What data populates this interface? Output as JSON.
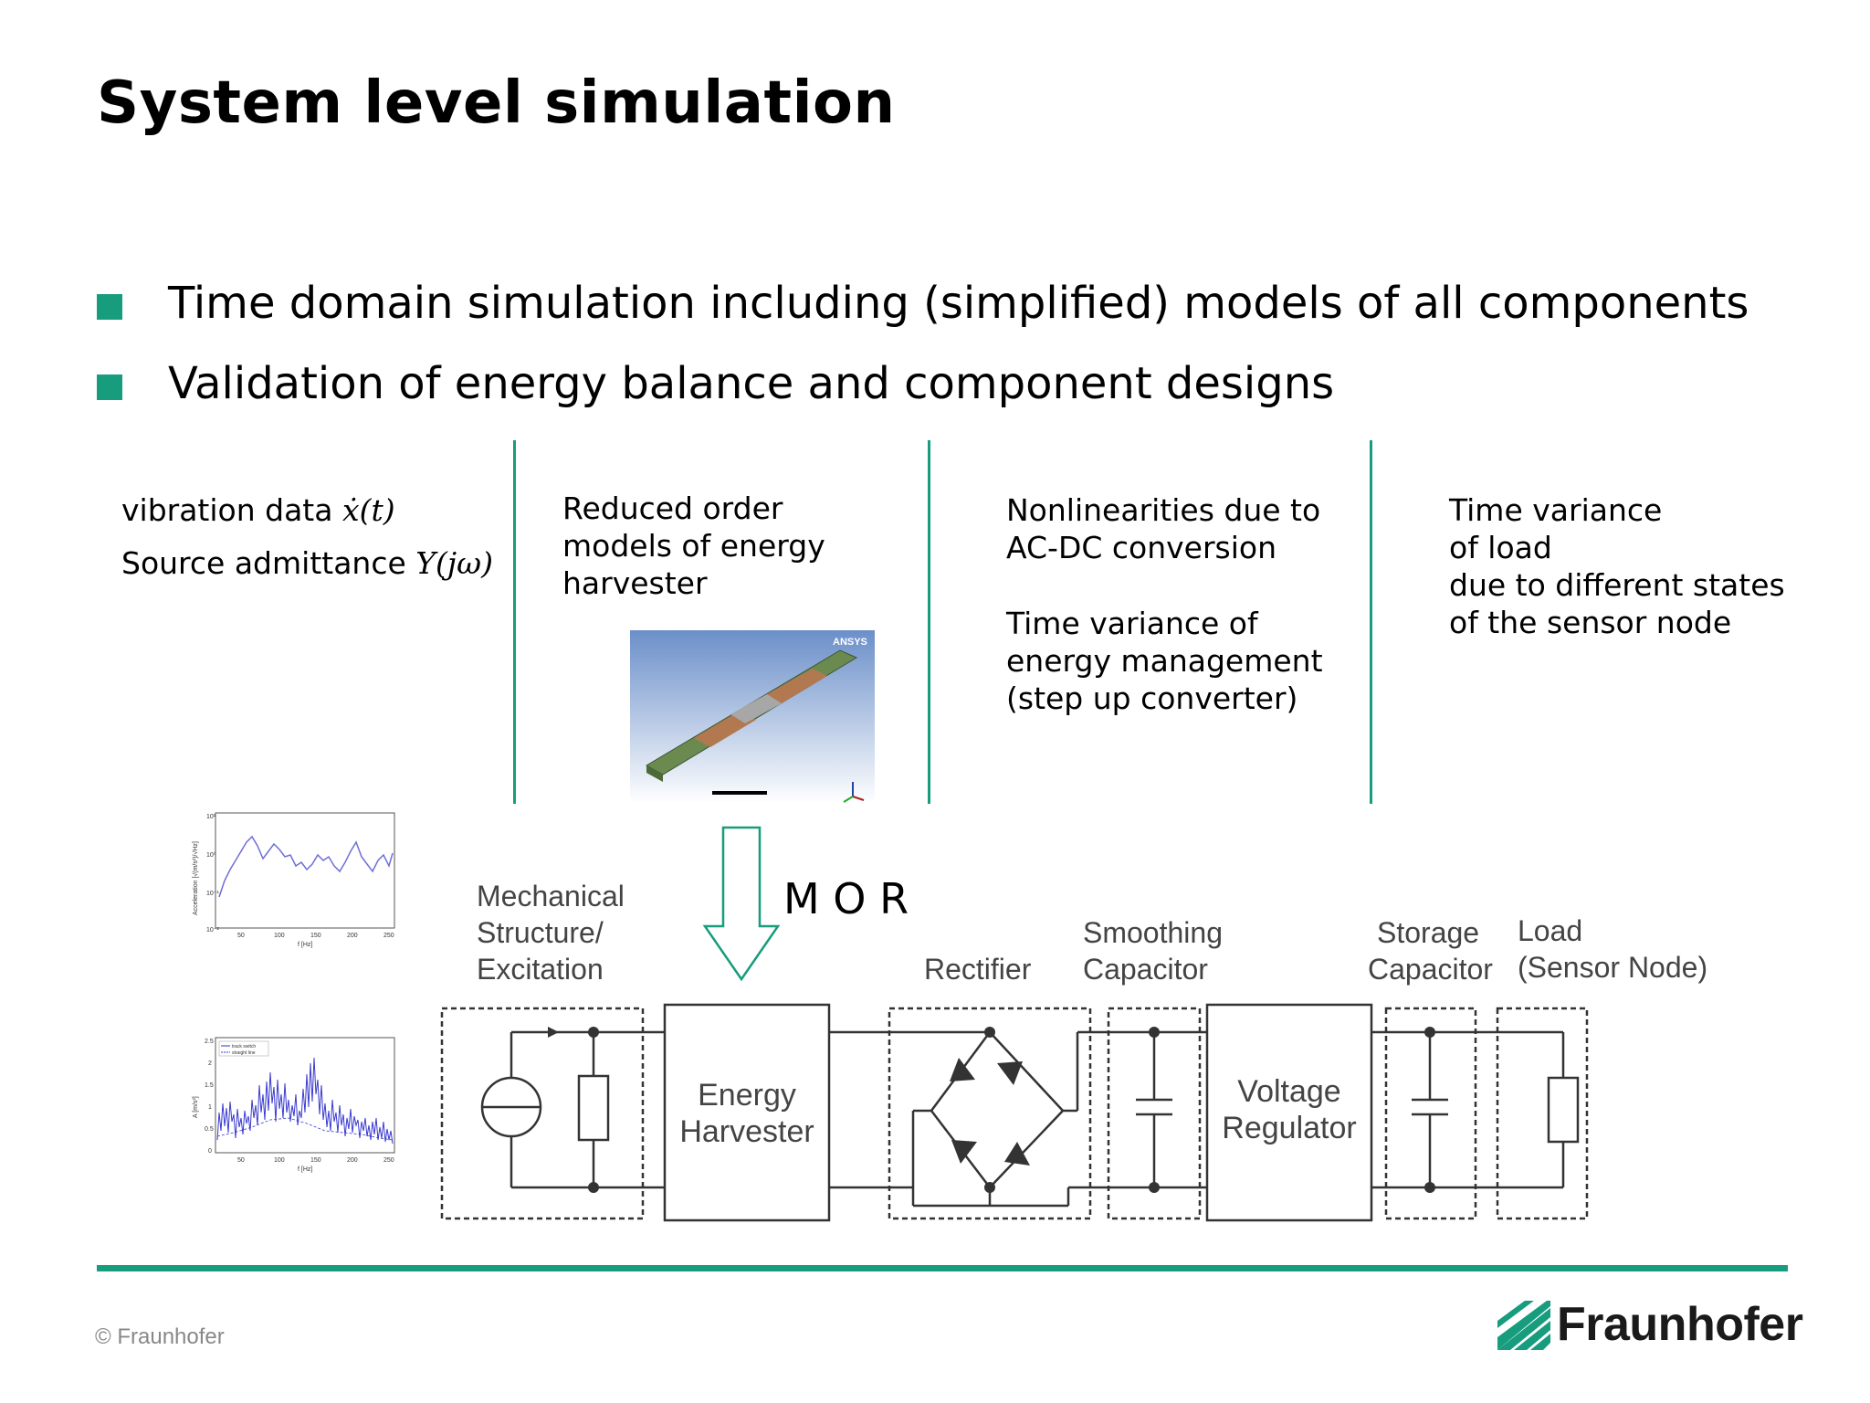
{
  "slide": {
    "title": "System level simulation",
    "bullets": [
      "Time domain simulation including (simplified) models of all components",
      "Validation of energy balance and component designs"
    ],
    "columns": {
      "col1": {
        "line1_prefix": "vibration data ",
        "line1_math": "ẋ(t)",
        "line2_prefix": "Source admittance ",
        "line2_math": "Y(jω)"
      },
      "col2": {
        "text": "Reduced order\nmodels of energy\nharvester"
      },
      "col3": {
        "text1": "Nonlinearities due to\nAC-DC conversion",
        "text2": "Time variance of\nenergy management\n(step up converter)"
      },
      "col4": {
        "text": "Time variance\nof load\ndue to different states\nof the sensor node"
      }
    },
    "fea_logo_text": "ANSYS",
    "colors": {
      "accent": "#179c7d",
      "text": "#000000",
      "muted": "#888888"
    }
  },
  "diagram": {
    "mor_label": "M O R",
    "labels": {
      "mechanical": [
        "Mechanical",
        "Structure/",
        "Excitation"
      ],
      "rectifier": "Rectifier",
      "smoothing": [
        "Smoothing",
        "Capacitor"
      ],
      "storage": [
        "Storage",
        "Capacitor"
      ],
      "load": [
        "Load",
        "(Sensor Node)"
      ],
      "energy_harvester": [
        "Energy",
        "Harvester"
      ],
      "voltage_regulator": [
        "Voltage",
        "Regulator"
      ]
    },
    "plot1": {
      "ylabel": "Acceleration [√(m/s²)/√Hz]",
      "xlabel": "f [Hz]",
      "xticks": [
        "50",
        "100",
        "150",
        "200",
        "250"
      ],
      "yticks": [
        "10¹",
        "10⁰",
        "10⁻¹",
        "10⁻²"
      ]
    },
    "plot2": {
      "ylabel": "A [m/s²]",
      "xlabel": "f [Hz]",
      "xticks": [
        "50",
        "100",
        "150",
        "200",
        "250"
      ],
      "yticks": [
        "2.5",
        "2",
        "1.5",
        "1",
        "0.5",
        "0"
      ],
      "legend": [
        "track switch",
        "straight line"
      ]
    }
  },
  "footer": {
    "copyright": "© Fraunhofer",
    "logo": "Fraunhofer"
  }
}
